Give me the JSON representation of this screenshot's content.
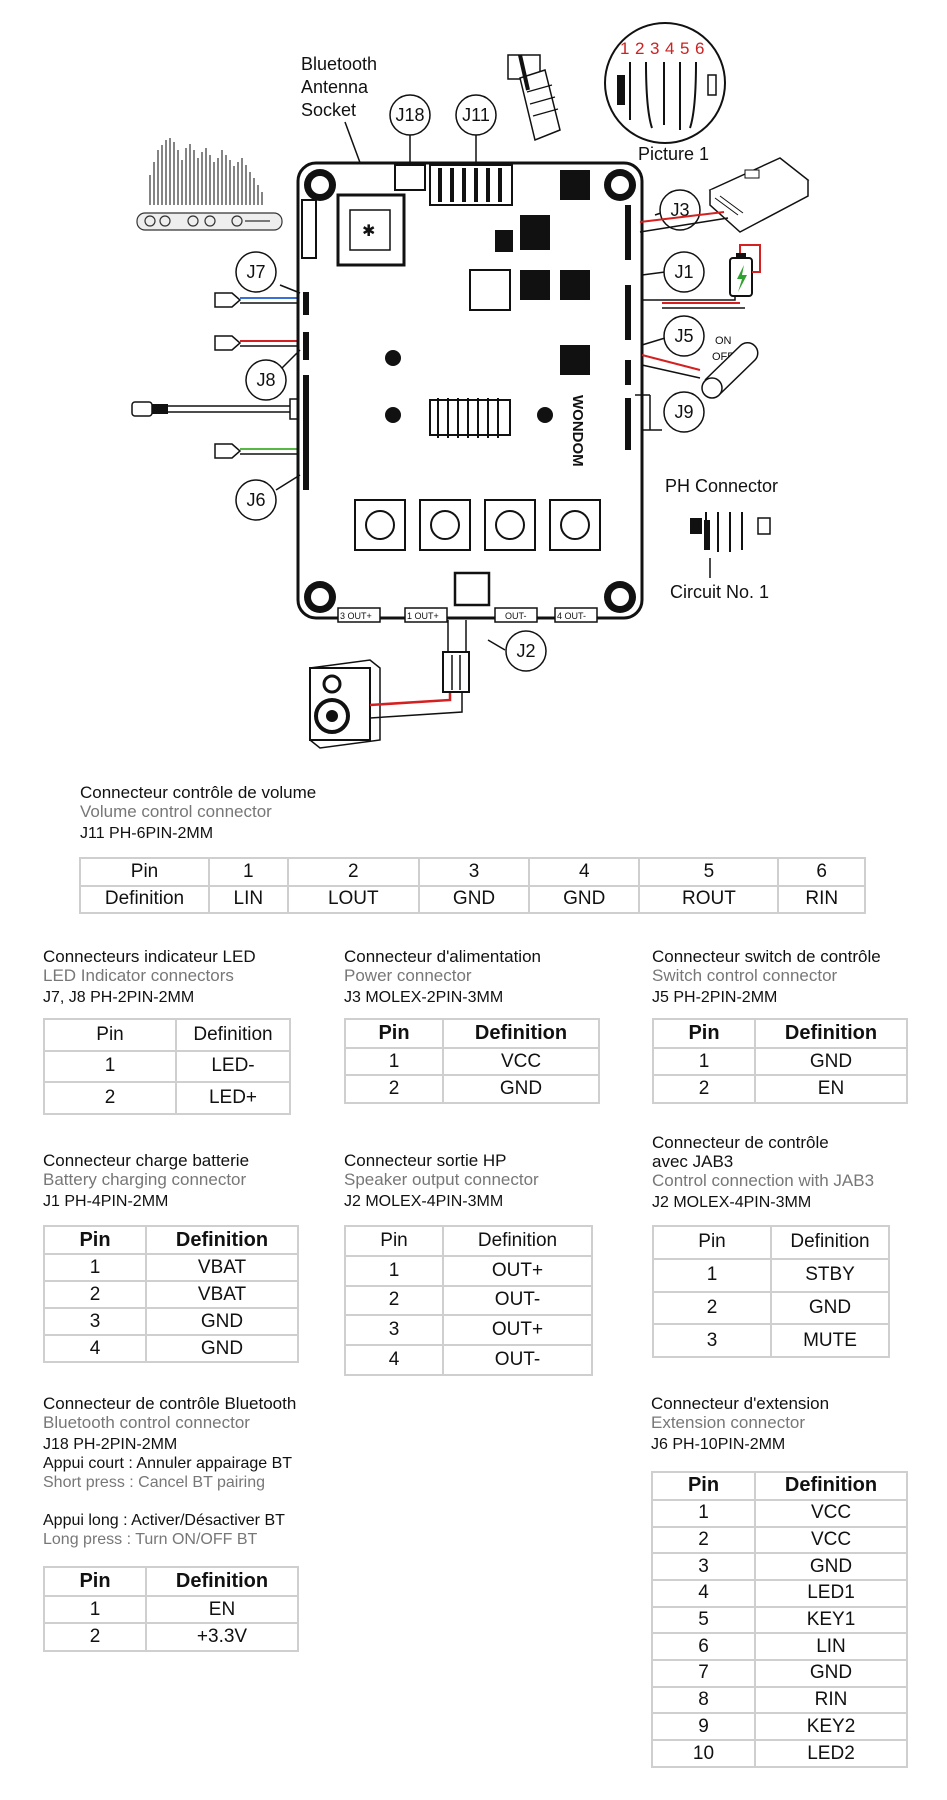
{
  "diagram": {
    "labels": {
      "bt_line1": "Bluetooth",
      "bt_line2": "Antenna",
      "bt_line3": "Socket",
      "j18": "J18",
      "j11": "J11",
      "j3": "J3",
      "j1": "J1",
      "j5": "J5",
      "j9": "J9",
      "j7": "J7",
      "j8": "J8",
      "j6": "J6",
      "j2": "J2",
      "picture1": "Picture 1",
      "pins": [
        "1",
        "2",
        "3",
        "4",
        "5",
        "6"
      ],
      "on": "ON",
      "off": "OFF",
      "ph_connector": "PH Connector",
      "circuit_no1": "Circuit No. 1",
      "brand": "WONDOM"
    },
    "out_labels": [
      "3 OUT+",
      "1 OUT+",
      "OUT-",
      "4 OUT-"
    ],
    "colors": {
      "red": "#d42020",
      "blue": "#3a6fd8",
      "green": "#57b845",
      "battery": "#2fa12f",
      "pin_numbers": "#cc2222"
    }
  },
  "volume": {
    "fr": "Connecteur contrôle de volume",
    "en": "Volume control connector",
    "code": "J11 PH-6PIN-2MM",
    "rows": [
      [
        "Pin",
        "1",
        "2",
        "3",
        "4",
        "5",
        "6"
      ],
      [
        "Definition",
        "LIN",
        "LOUT",
        "GND",
        "GND",
        "ROUT",
        "RIN"
      ]
    ]
  },
  "led": {
    "fr": "Connecteurs indicateur LED",
    "en": "LED Indicator connectors",
    "code": "J7, J8 PH-2PIN-2MM",
    "rows": [
      [
        "Pin",
        "Definition"
      ],
      [
        "1",
        "LED-"
      ],
      [
        "2",
        "LED+"
      ]
    ]
  },
  "power": {
    "fr": "Connecteur d'alimentation",
    "en": "Power connector",
    "code": "J3 MOLEX-2PIN-3MM",
    "rows": [
      [
        "Pin",
        "Definition"
      ],
      [
        "1",
        "VCC"
      ],
      [
        "2",
        "GND"
      ]
    ]
  },
  "switch": {
    "fr": "Connecteur switch de contrôle",
    "en": "Switch control connector",
    "code": "J5 PH-2PIN-2MM",
    "rows": [
      [
        "Pin",
        "Definition"
      ],
      [
        "1",
        "GND"
      ],
      [
        "2",
        "EN"
      ]
    ]
  },
  "battery": {
    "fr": "Connecteur charge batterie",
    "en": "Battery charging connector",
    "code": "J1 PH-4PIN-2MM",
    "rows": [
      [
        "Pin",
        "Definition"
      ],
      [
        "1",
        "VBAT"
      ],
      [
        "2",
        "VBAT"
      ],
      [
        "3",
        "GND"
      ],
      [
        "4",
        "GND"
      ]
    ]
  },
  "speaker": {
    "fr": "Connecteur sortie HP",
    "en": "Speaker output connector",
    "code": "J2 MOLEX-4PIN-3MM",
    "rows": [
      [
        "Pin",
        "Definition"
      ],
      [
        "1",
        "OUT+"
      ],
      [
        "2",
        "OUT-"
      ],
      [
        "3",
        "OUT+"
      ],
      [
        "4",
        "OUT-"
      ]
    ]
  },
  "control": {
    "fr1": "Connecteur de contrôle",
    "fr2": "avec JAB3",
    "en": "Control connection with JAB3",
    "code": "J2 MOLEX-4PIN-3MM",
    "rows": [
      [
        "Pin",
        "Definition"
      ],
      [
        "1",
        "STBY"
      ],
      [
        "2",
        "GND"
      ],
      [
        "3",
        "MUTE"
      ]
    ]
  },
  "bluetooth": {
    "fr": "Connecteur de contrôle Bluetooth",
    "en": "Bluetooth control connector",
    "code": "J18 PH-2PIN-2MM",
    "short_fr": "Appui court : Annuler appairage BT",
    "short_en": "Short press : Cancel BT pairing",
    "long_fr": "Appui long : Activer/Désactiver BT",
    "long_en": "Long press : Turn ON/OFF BT",
    "rows": [
      [
        "Pin",
        "Definition"
      ],
      [
        "1",
        "EN"
      ],
      [
        "2",
        "+3.3V"
      ]
    ]
  },
  "extension": {
    "fr": "Connecteur d'extension",
    "en": "Extension connector",
    "code": "J6 PH-10PIN-2MM",
    "rows": [
      [
        "Pin",
        "Definition"
      ],
      [
        "1",
        "VCC"
      ],
      [
        "2",
        "VCC"
      ],
      [
        "3",
        "GND"
      ],
      [
        "4",
        "LED1"
      ],
      [
        "5",
        "KEY1"
      ],
      [
        "6",
        "LIN"
      ],
      [
        "7",
        "GND"
      ],
      [
        "8",
        "RIN"
      ],
      [
        "9",
        "KEY2"
      ],
      [
        "10",
        "LED2"
      ]
    ]
  }
}
